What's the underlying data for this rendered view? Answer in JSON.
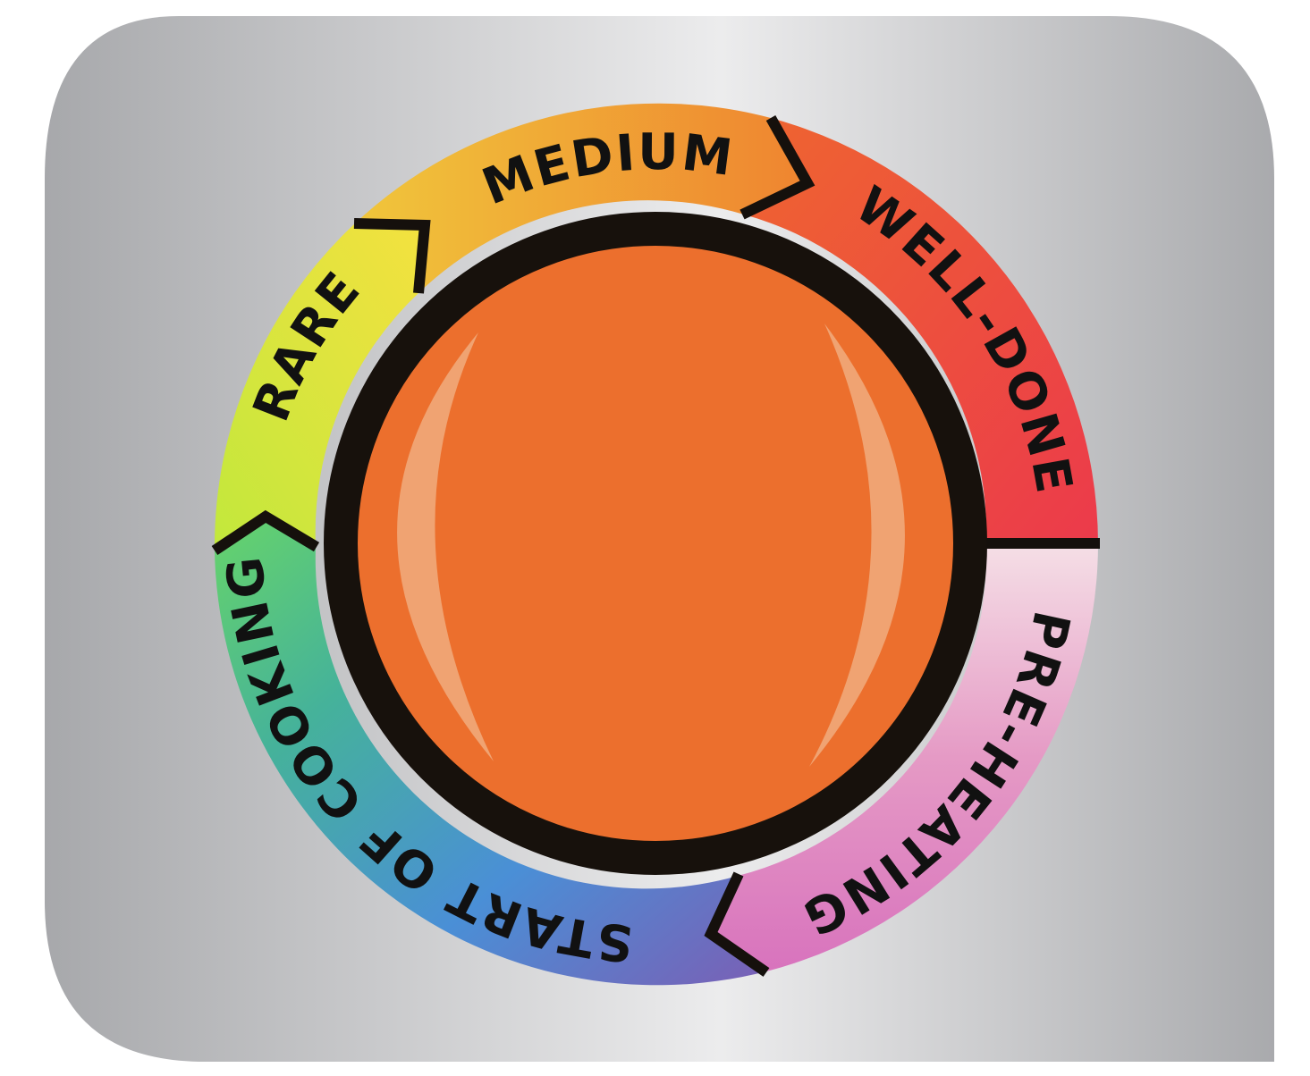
{
  "indicator": {
    "stages": [
      {
        "id": "pre-heating",
        "label": "PRE-HEATING",
        "color_start": "#f3d6e0",
        "color_end": "#dc7bb8"
      },
      {
        "id": "start-of-cooking",
        "label": "START OF COOKING",
        "color_start": "#6d62b8",
        "color_end": "#62d07a"
      },
      {
        "id": "rare",
        "label": "RARE",
        "color_start": "#c5e83a",
        "color_end": "#f2e33e"
      },
      {
        "id": "medium",
        "label": "MEDIUM",
        "color_start": "#f1c33a",
        "color_end": "#ee8a2e"
      },
      {
        "id": "well-done",
        "label": "WELL-DONE",
        "color_start": "#ee6a30",
        "color_end": "#ec3d4a"
      }
    ],
    "center_color": "#ec6f2d",
    "ring_border_color": "#17110c",
    "panel_color": "#b5b6b8"
  }
}
